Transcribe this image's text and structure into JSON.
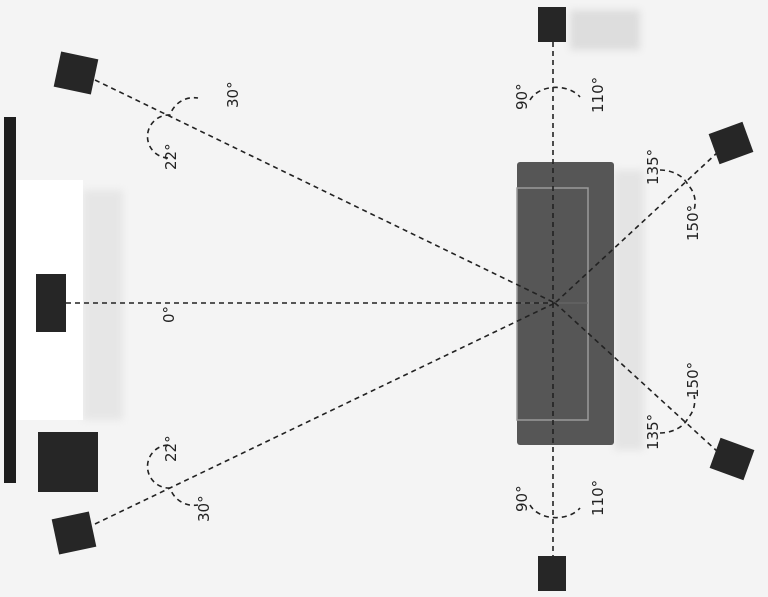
{
  "colors": {
    "background": "#f4f4f4",
    "speaker": "#262626",
    "sofa": "#565656",
    "tv": "#1e1e1e",
    "stand": "#ffffff"
  },
  "labels": {
    "front_left_outer": "30°",
    "front_left_inner": "22°",
    "center": "0°",
    "front_right_inner": "22°",
    "front_right_outer": "30°",
    "side_top_a": "90°",
    "side_top_b": "110°",
    "rear_top_a": "135°",
    "rear_top_b": "150°",
    "rear_bottom_b": "150°",
    "rear_bottom_a": "135°",
    "side_bottom_a": "90°",
    "side_bottom_b": "110°"
  }
}
